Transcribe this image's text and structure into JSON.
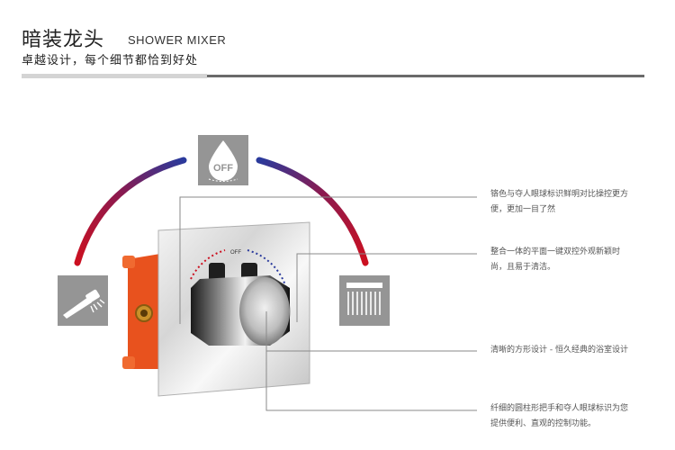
{
  "header": {
    "title_cn": "暗装龙头",
    "title_en": "SHOWER MIXER",
    "subtitle": "卓越设计，每个细节都恰到好处"
  },
  "icons": {
    "top": {
      "label": "OFF",
      "icon": "water-drop-off-icon"
    },
    "left": {
      "icon": "hand-shower-icon"
    },
    "right": {
      "icon": "rain-shower-icon"
    }
  },
  "product": {
    "dial_label": "OFF"
  },
  "features": [
    {
      "line1": "铬色与夺人眼球标识鲜明对比操控更方",
      "line2": "便，更加一目了然"
    },
    {
      "line1": "整合一体的平面一键双控外观新颖时",
      "line2": "尚，且易于清洁。"
    },
    {
      "line1": "清晰的方形设计 - 恒久经典的浴室设计",
      "line2": ""
    },
    {
      "line1": "纤细的圆柱形把手和夺人眼球标识为您",
      "line2": "提供便利、直观的控制功能。"
    }
  ],
  "colors": {
    "arc_red": "#cc1020",
    "arc_blue": "#2a3a9c",
    "icon_bg": "#959595",
    "box_orange": "#e8521e"
  }
}
